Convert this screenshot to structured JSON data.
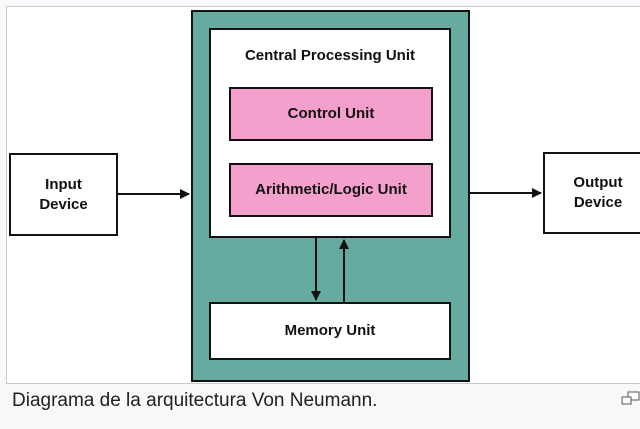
{
  "diagram": {
    "cpu_title": "Central Processing Unit",
    "control_unit": "Control Unit",
    "alu": "Arithmetic/Logic Unit",
    "memory_unit": "Memory Unit",
    "input_device": "Input\nDevice",
    "output_device": "Output\nDevice"
  },
  "colors": {
    "cpu_outer": "#66aaa0",
    "unit_fill": "#f59fcc",
    "box_fill": "#ffffff",
    "stroke": "#111111"
  },
  "caption": {
    "text": "Diagrama de la arquitectura Von Neumann."
  },
  "icons": {
    "enlarge": "magnify-clip-icon"
  }
}
